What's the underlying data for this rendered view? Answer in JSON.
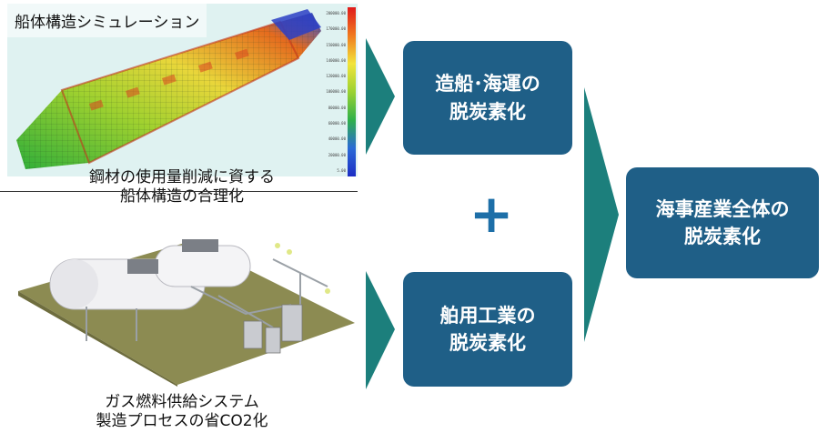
{
  "ship_panel": {
    "title": "船体構造シミュレーション",
    "legend_ticks": [
      "200000.00",
      "170000.00",
      "150000.00",
      "140000.00",
      "120000.00",
      "100000.00",
      "80000.00",
      "60000.00",
      "40000.00",
      "20000.00",
      "5.00"
    ]
  },
  "caption_ship": {
    "line1": "鋼材の使用量削減に資する",
    "line2": "船体構造の合理化"
  },
  "caption_gas": {
    "line1": "ガス燃料供給システム",
    "line2": "製造プロセスの省CO2化"
  },
  "boxes": {
    "shipbuilding": "造船･海運の\n脱炭素化",
    "marine_industry": "舶用工業の\n脱炭素化",
    "maritime_all": "海事産業全体の\n脱炭素化"
  },
  "plus_symbol": "+",
  "colors": {
    "box": "#1f5f87",
    "arrow": "#1c7f7c",
    "plus": "#1d6fa8"
  }
}
